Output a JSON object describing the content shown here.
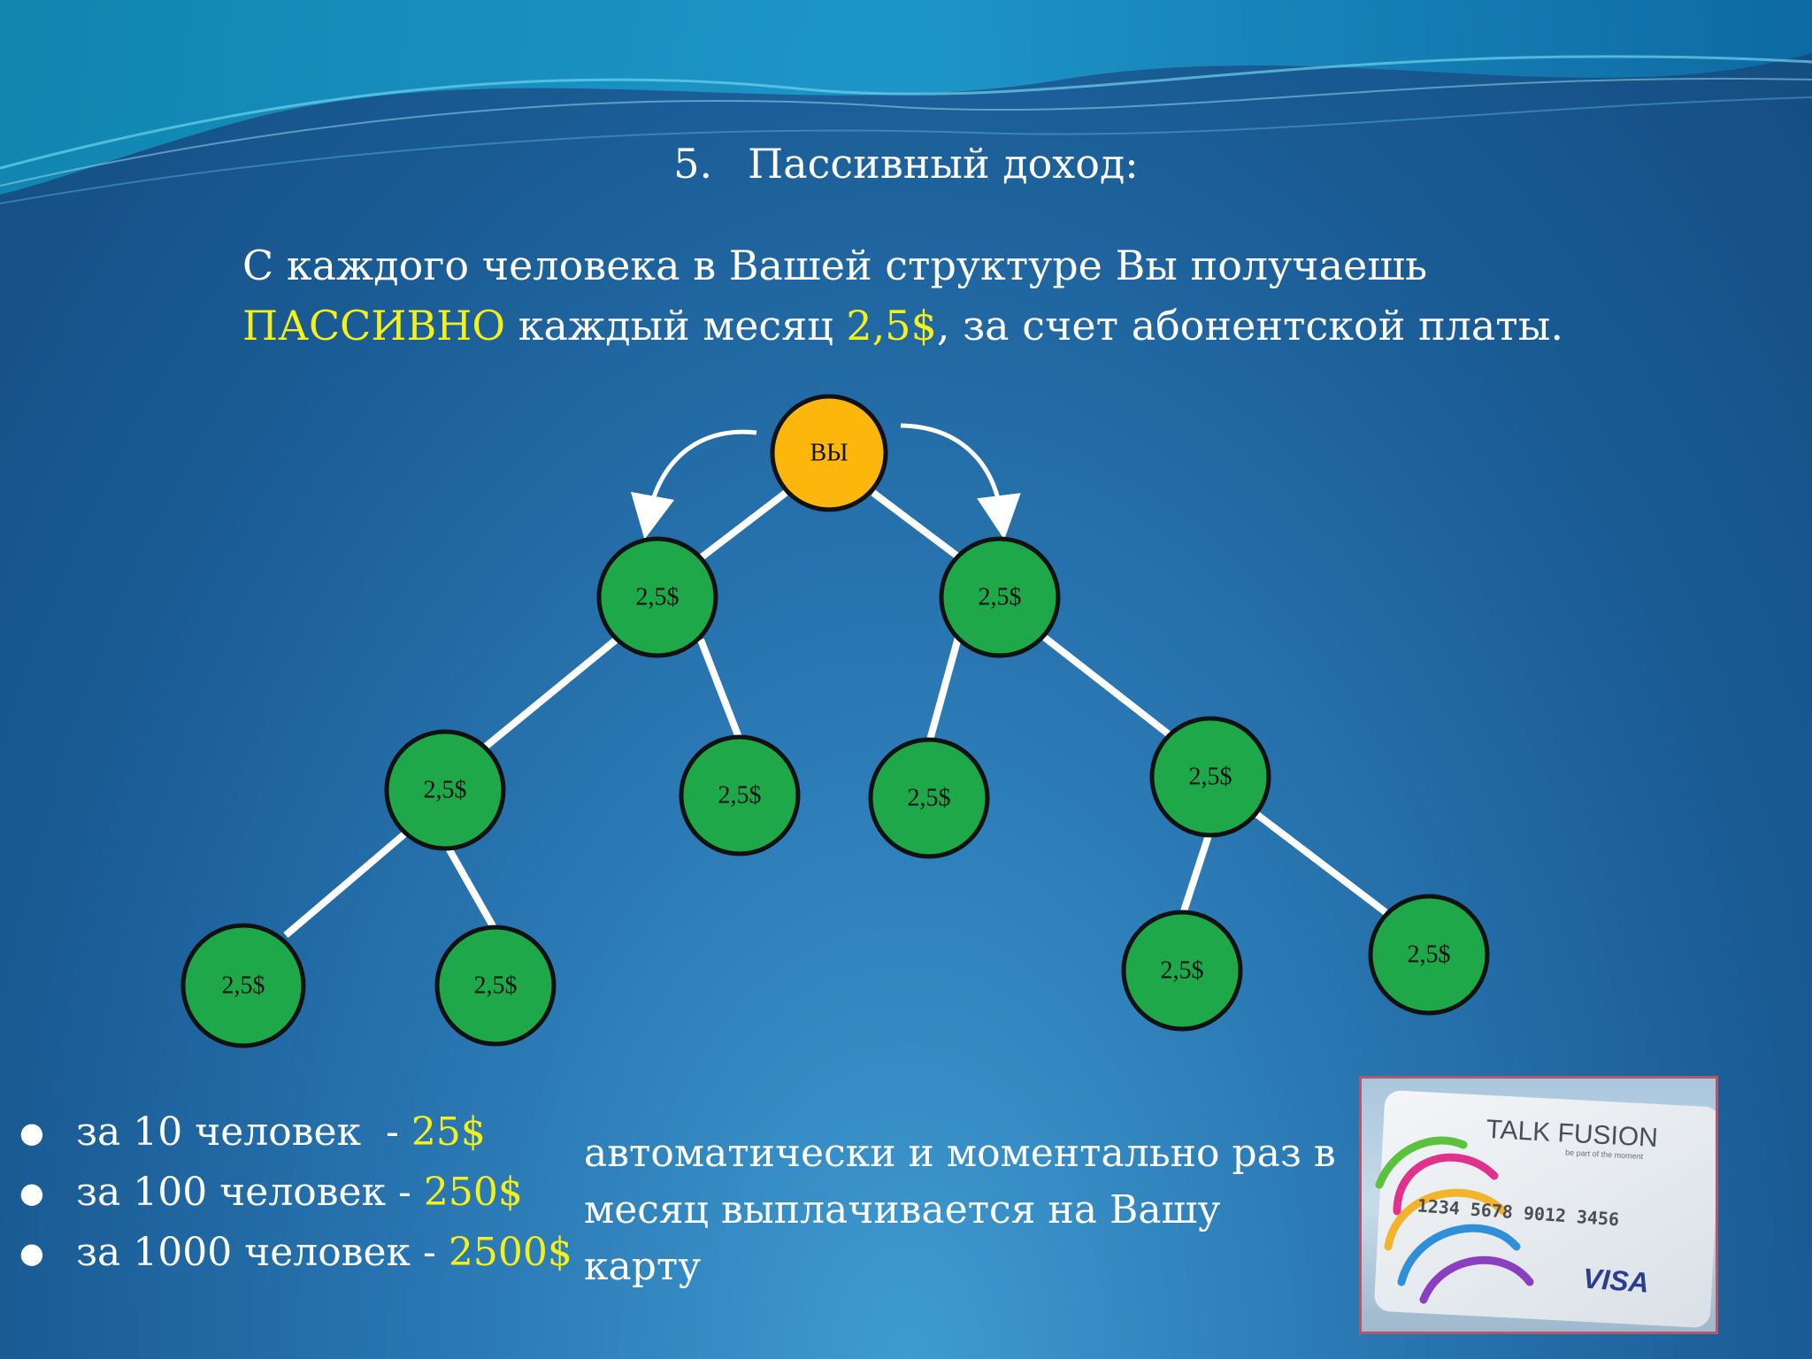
{
  "slide": {
    "title_number": "5.",
    "title_text": "Пассивный доход:"
  },
  "intro": {
    "part1": "С каждого человека в Вашей структуре Вы получаешь ",
    "highlight1": "ПАССИВНО",
    "part2": " каждый месяц ",
    "highlight2": "2,5$",
    "part3": ", за счет абонентской платы."
  },
  "tree": {
    "root_label": "ВЫ",
    "node_label": "2,5$",
    "colors": {
      "root": "#fdb60c",
      "node": "#1fa84a",
      "outline": "#111111",
      "connector": "#ffffff",
      "highlight": "#f5ef1a"
    }
  },
  "earnings": [
    {
      "text": "за 10 человек  - ",
      "amount": "25$"
    },
    {
      "text": "за 100 человек - ",
      "amount": "250$"
    },
    {
      "text": "за 1000 человек - ",
      "amount": "2500$"
    }
  ],
  "payout_text": "автоматически и моментально раз в месяц выплачивается на Вашу карту",
  "card": {
    "brand": "TALK FUSION",
    "tagline": "be part of the moment",
    "number": "1234 5678 9012 3456",
    "network": "VISA"
  }
}
